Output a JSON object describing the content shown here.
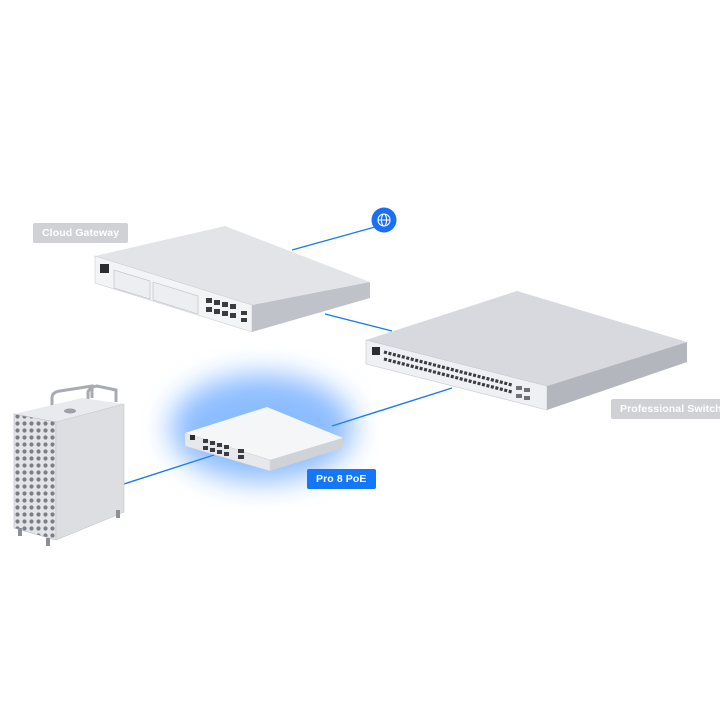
{
  "labels": {
    "cloud_gateway": "Cloud Gateway",
    "professional_switch": "Professional Switch",
    "pro8_poe": "Pro 8 PoE"
  },
  "icons": {
    "internet": "globe-icon"
  },
  "colors": {
    "link": "#1a7af5",
    "highlight_glow": "#2f86ff",
    "label_gray": "#cfd1d5",
    "label_blue": "#1477f8",
    "device_silver": "#dcdee3"
  }
}
